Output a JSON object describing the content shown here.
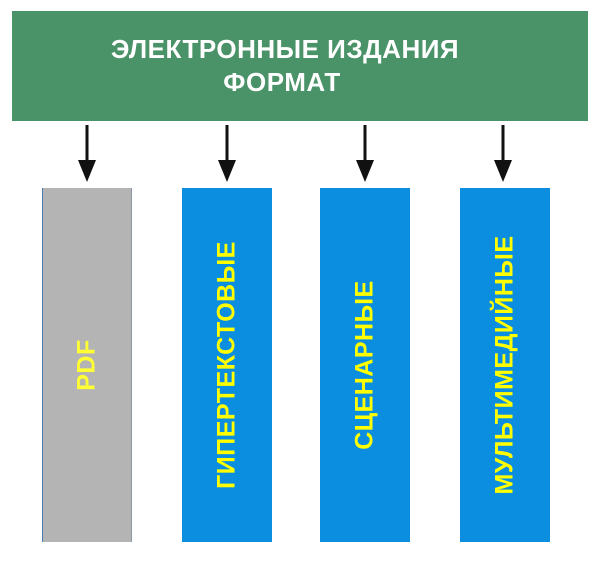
{
  "header": {
    "line1": "ЭЛЕКТРОННЫЕ ИЗДАНИЯ",
    "line2": "ФОРМАТ"
  },
  "columns": [
    {
      "label": "PDF"
    },
    {
      "label": "ГИПЕРТЕКСТОВЫЕ"
    },
    {
      "label": "СЦЕНАРНЫЕ"
    },
    {
      "label": "МУЛЬТИМЕДИЙНЫЕ"
    }
  ],
  "colors": {
    "header_bg": "#4a9268",
    "header_text": "#ffffff",
    "pdf_bg": "#b4b4b4",
    "blue_bg": "#0b8de0",
    "label_text": "#ffff00",
    "arrow": "#111111"
  }
}
